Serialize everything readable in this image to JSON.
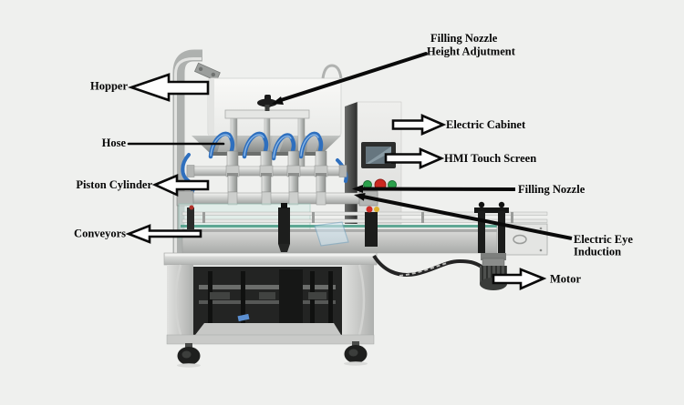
{
  "diagram": {
    "type": "annotated-machine-diagram",
    "subject": "automatic piston filling machine",
    "labels": {
      "hopper": "Hopper",
      "hose": "Hose",
      "piston_cylinder": "Piston Cylinder",
      "conveyors": "Conveyors",
      "filling_nozzle_height_line1": "Filling Nozzle",
      "filling_nozzle_height_line2": "Height Adjutment",
      "electric_cabinet": "Electric Cabinet",
      "hmi_touch_screen": "HMI Touch Screen",
      "filling_nozzle": "Filling Nozzle",
      "electric_eye_line1": "Electric Eye",
      "electric_eye_line2": "Induction",
      "motor": "Motor"
    },
    "colors": {
      "background": "#eff0ee",
      "label_text": "#060606",
      "annotation_line": "#0a0a0a",
      "hollow_arrow_fill": "#fdfdfd",
      "hose_blue": "#2e6fbe",
      "hmi_screen": "#66767f",
      "button_green": "#2ba14b",
      "button_red": "#cb2921",
      "machine_steel": "#c3c5c3"
    }
  }
}
